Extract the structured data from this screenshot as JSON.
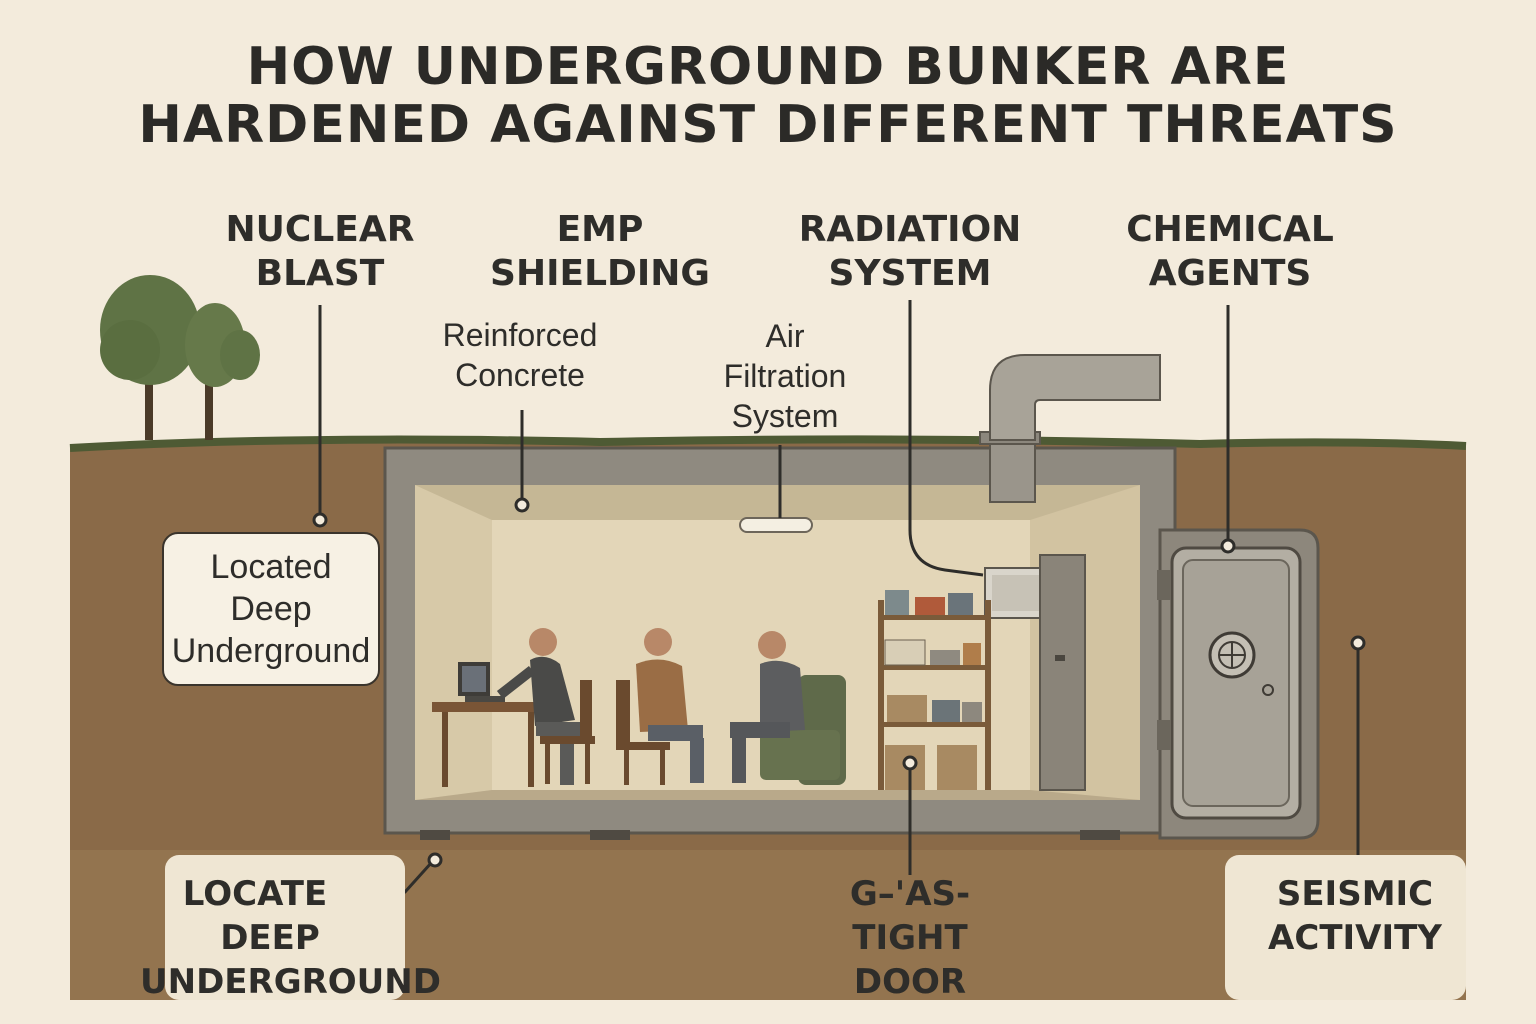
{
  "title": {
    "line1": "HOW UNDERGROUND BUNKER ARE",
    "line2": "HARDENED AGAINST DIFFERENT THREATS"
  },
  "threats": {
    "nuclear": {
      "line1": "NUCLEAR",
      "line2": "BLAST"
    },
    "emp": {
      "line1": "EMP",
      "line2": "SHIELDING"
    },
    "radiation": {
      "line1": "RADIATION",
      "line2": "SYSTEM"
    },
    "chemical": {
      "line1": "CHEMICAL",
      "line2": "AGENTS"
    }
  },
  "features": {
    "concrete": {
      "line1": "Reinforced",
      "line2": "Concrete"
    },
    "air": {
      "line1": "Air",
      "line2": "Filtration",
      "line3": "System"
    },
    "located": {
      "line1": "Located",
      "line2": "Deep",
      "line3": "Underground"
    }
  },
  "bottom_labels": {
    "locate": {
      "line1": "LOCATE",
      "line2": "DEEP",
      "line3": "UNDERGROUND"
    },
    "door": {
      "line1": "G–'AS-",
      "line2": "TIGHT",
      "line3": "DOOR"
    },
    "seismic": {
      "line1": "SEISMIC",
      "line2": "ACTIVITY"
    }
  },
  "colors": {
    "soil": "#8a6a48",
    "concrete": "#8f8a80",
    "interior": "#e3d6b8",
    "background": "#f3ebdc",
    "text": "#2e2d2a"
  }
}
